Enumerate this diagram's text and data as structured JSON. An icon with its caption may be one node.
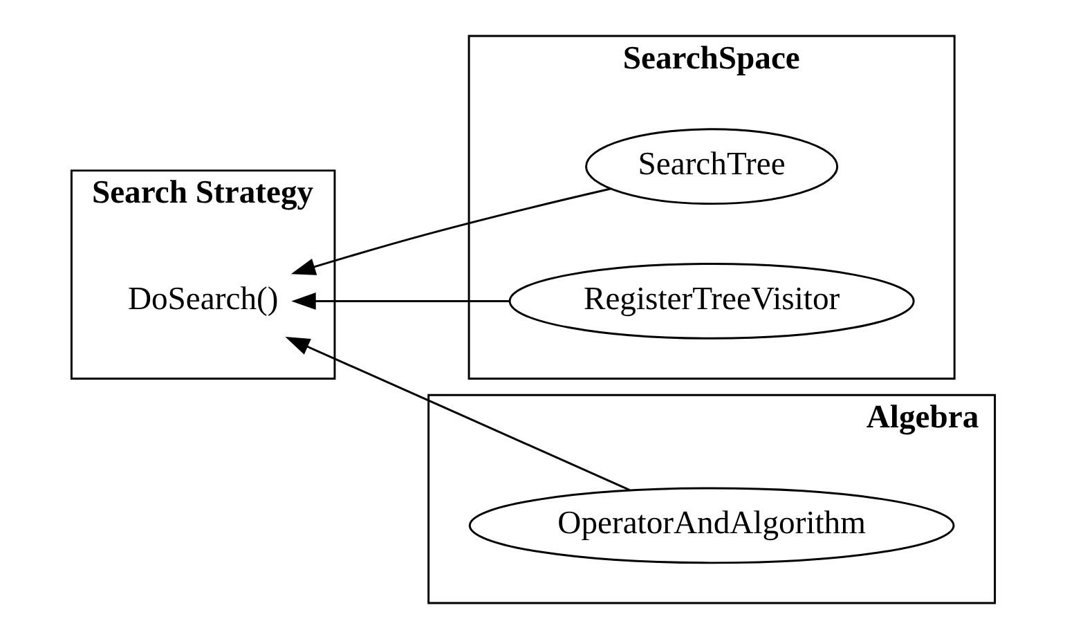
{
  "diagram": {
    "nodes": [
      {
        "text": [
          "Search Strategy"
        ]
      },
      {
        "text": [
          "DoSearch()"
        ],
        "in": 0
      },
      {
        "text": [
          "SearchSpace"
        ]
      },
      {
        "text": [
          "SearchTree"
        ],
        "in": 2
      },
      {
        "text": [
          "RegisterTreeVisitor"
        ],
        "in": 2
      },
      {
        "text": [
          "Algebra"
        ]
      },
      {
        "text": [
          "OperatorAndAlgorithm"
        ],
        "in": 5
      }
    ],
    "edges": [
      {
        "from": 3,
        "to": 1,
        "arrow": "to"
      },
      {
        "from": 4,
        "to": 1,
        "arrow": "to"
      },
      {
        "from": 6,
        "to": 1,
        "arrow": "to"
      }
    ]
  }
}
